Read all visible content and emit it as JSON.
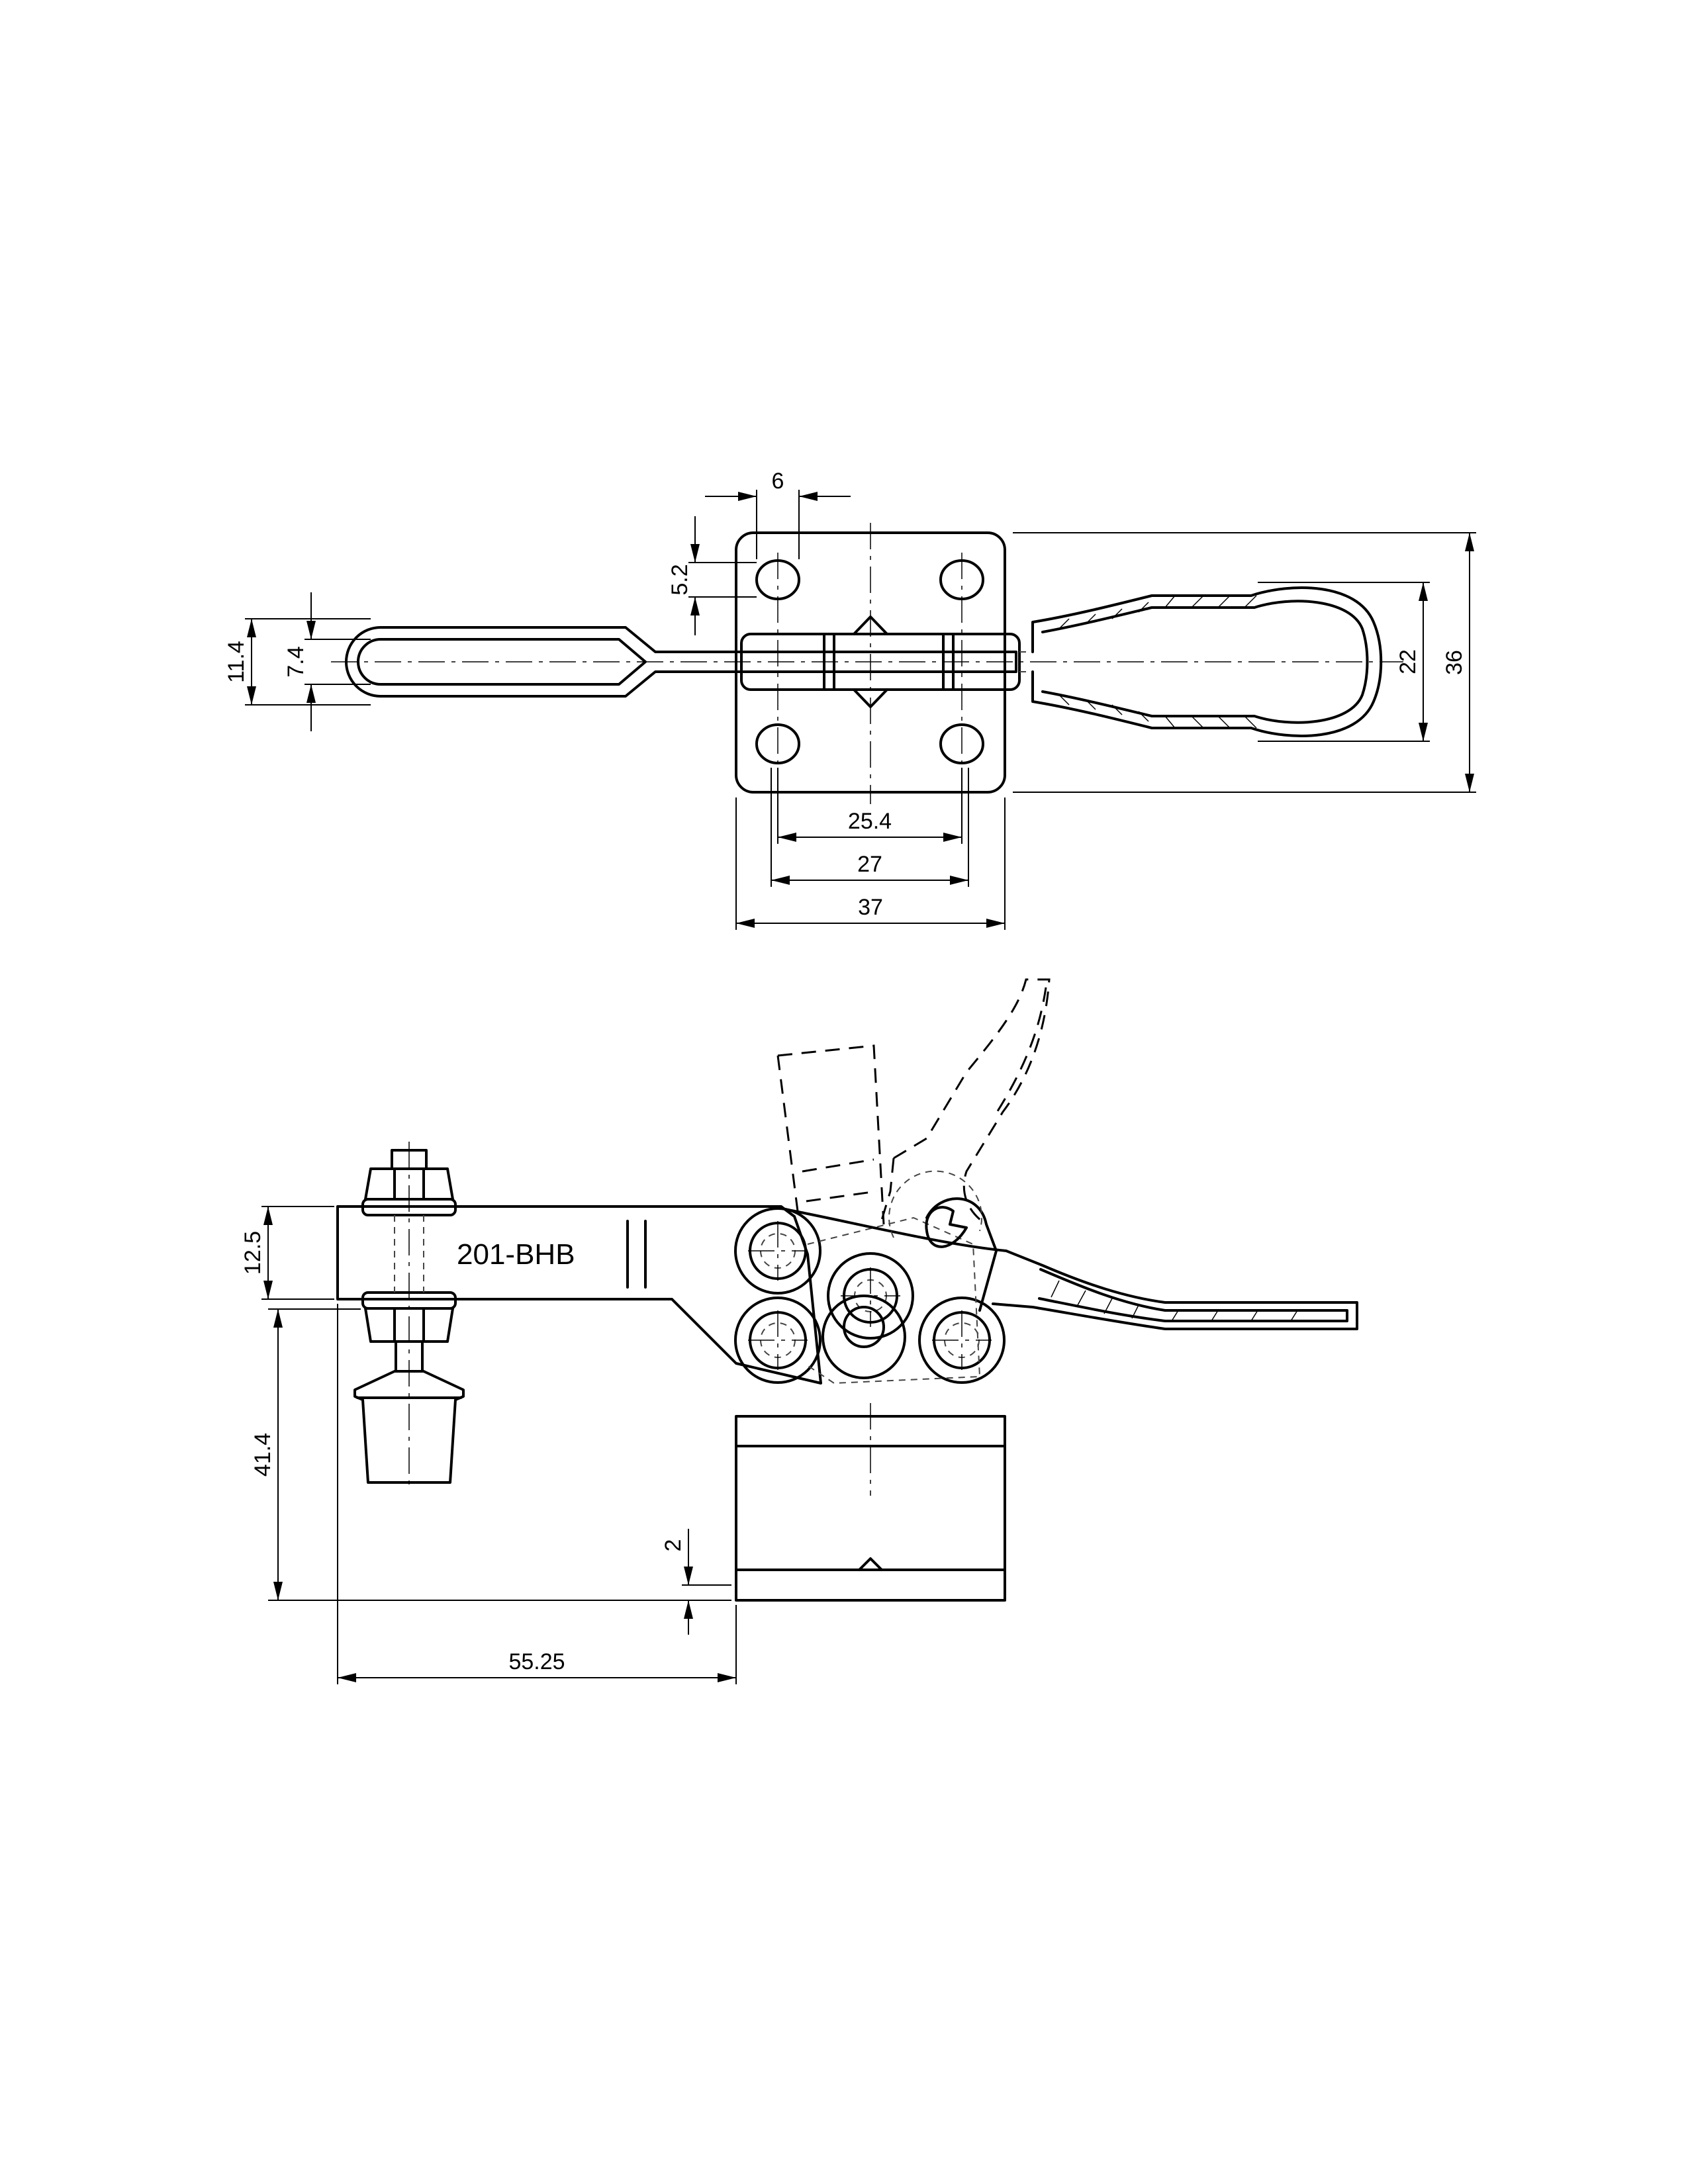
{
  "part_label": "201-BHB",
  "dimensions": {
    "top_hole_width": "6",
    "top_hole_height": "5.2",
    "outer_handle_height": "11.4",
    "inner_handle_height": "7.4",
    "hole_spacing": "25.4",
    "slot_spacing": "27",
    "base_width": "37",
    "grip_height": "22",
    "base_height": "36",
    "arm_height": "12.5",
    "spindle_height": "41.4",
    "base_offset": "2",
    "reach": "55.25"
  }
}
